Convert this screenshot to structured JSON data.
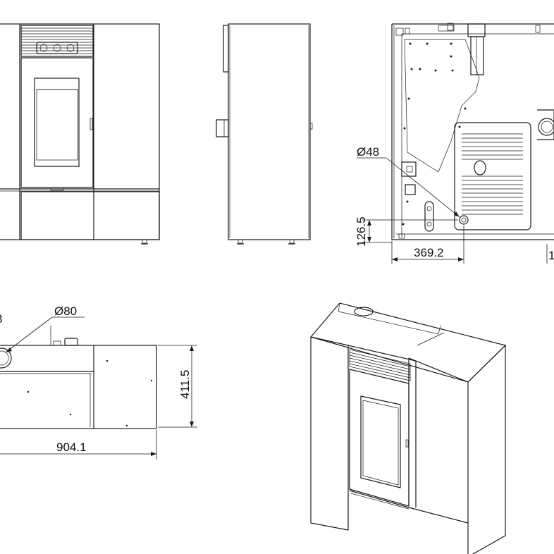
{
  "labels": {
    "dia_flue_side": "Ø48",
    "height_126": "126.5",
    "width_369": "369.2",
    "right_edge_partial": "1",
    "dia_top": "Ø80",
    "left_partial": "3",
    "depth_411": "411.5",
    "width_904": "904.1"
  },
  "colors": {
    "line": "#1a1a1a",
    "background": "#ffffff"
  }
}
